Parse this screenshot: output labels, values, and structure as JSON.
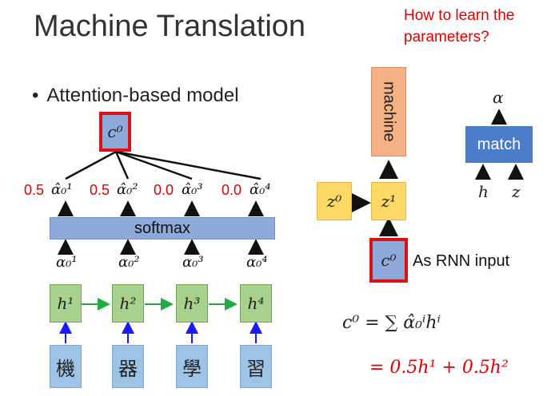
{
  "title": "Machine Translation",
  "question": [
    "How to learn the",
    "parameters?"
  ],
  "bullet": "Attention-based model",
  "context": "c⁰",
  "weights": [
    "0.5",
    "0.5",
    "0.0",
    "0.0"
  ],
  "alpha_hats": [
    "α̂₀¹",
    "α̂₀²",
    "α̂₀³",
    "α̂₀⁴"
  ],
  "softmax": "softmax",
  "alphas": [
    "α₀¹",
    "α₀²",
    "α₀³",
    "α₀⁴"
  ],
  "hidden": [
    "h¹",
    "h²",
    "h³",
    "h⁴"
  ],
  "inputs": [
    "機",
    "器",
    "學",
    "習"
  ],
  "decoder": {
    "output": "machine",
    "z0": "z⁰",
    "z1": "z¹",
    "c0": "c⁰",
    "rnn_label": "As RNN input"
  },
  "match_block": {
    "label": "match",
    "out": "α",
    "in_h": "h",
    "in_z": "z"
  },
  "equation": {
    "line1": "c⁰ = ∑ α̂₀ⁱhⁱ",
    "line2": "= 0.5h¹ + 0.5h²"
  }
}
